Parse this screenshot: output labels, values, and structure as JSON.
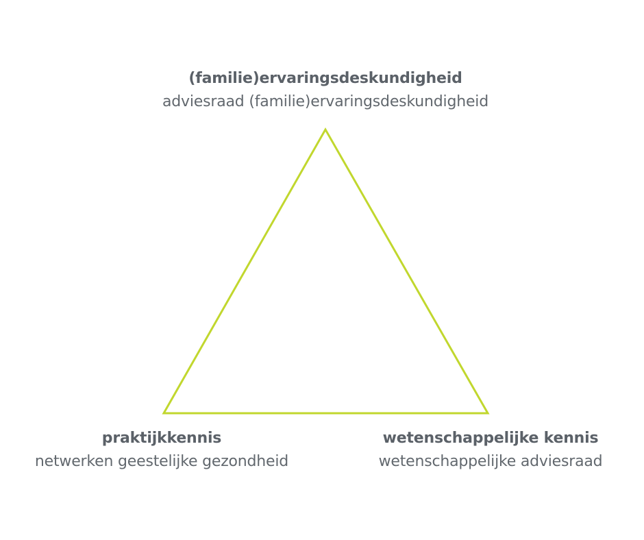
{
  "diagram": {
    "type": "triangle",
    "stroke_color": "#c1d72e",
    "vertices": {
      "top": {
        "title": "(familie)ervaringsdeskundigheid",
        "subtitle": "adviesraad (familie)ervaringsdeskundigheid"
      },
      "bottom_left": {
        "title": "praktijkkennis",
        "subtitle": "netwerken geestelijke gezondheid"
      },
      "bottom_right": {
        "title": "wetenschappelijke kennis",
        "subtitle": "wetenschappelijke adviesraad"
      }
    }
  }
}
